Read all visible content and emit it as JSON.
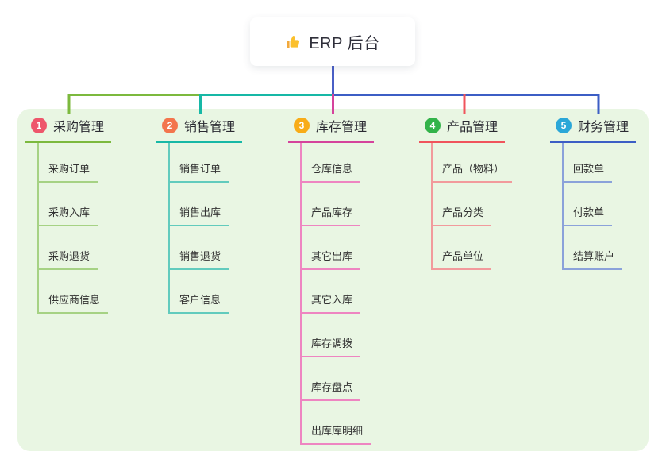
{
  "root": {
    "title": "ERP 后台",
    "icon": "thumbs-up"
  },
  "theme": {
    "page_bg": "#ffffff",
    "panel_bg": "#e9f6e3",
    "root_line_color": "#4a5fc6",
    "root_text_color": "#2f2f3a",
    "header_text_color": "#2b2b33",
    "child_text_color": "#333333"
  },
  "branches": [
    {
      "badge": "1",
      "label": "采购管理",
      "badge_color": "#ee566b",
      "line_color": "#7cb93e",
      "child_line_color": "#a6d284",
      "children": [
        "采购订单",
        "采购入库",
        "采购退货",
        "供应商信息"
      ]
    },
    {
      "badge": "2",
      "label": "销售管理",
      "badge_color": "#f3754d",
      "line_color": "#17b8a6",
      "child_line_color": "#62cbbd",
      "children": [
        "销售订单",
        "销售出库",
        "销售退货",
        "客户信息"
      ]
    },
    {
      "badge": "3",
      "label": "库存管理",
      "badge_color": "#f8ac18",
      "line_color": "#d5439c",
      "child_line_color": "#ee85c1",
      "children": [
        "仓库信息",
        "产品库存",
        "其它出库",
        "其它入库",
        "库存调拨",
        "库存盘点",
        "出库库明细"
      ]
    },
    {
      "badge": "4",
      "label": "产品管理",
      "badge_color": "#33b34a",
      "line_color": "#f0545c",
      "child_line_color": "#f29a9c",
      "children": [
        "产品（物料）",
        "产品分类",
        "产品单位"
      ]
    },
    {
      "badge": "5",
      "label": "财务管理",
      "badge_color": "#2ba7d8",
      "line_color": "#3c5ec5",
      "child_line_color": "#8ba2da",
      "children": [
        "回款单",
        "付款单",
        "结算账户"
      ]
    }
  ]
}
